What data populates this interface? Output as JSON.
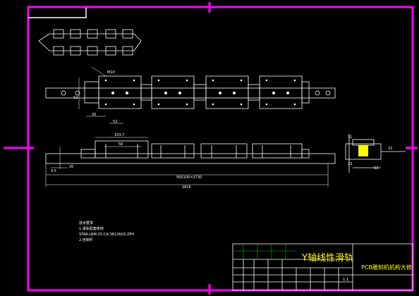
{
  "drawing": {
    "title_block": {
      "title": "Y轴线性滑轨",
      "subtitle": "PCB雕刻机机构大修",
      "scale": "1:1"
    },
    "dimensions": {
      "top_width": "52",
      "top_a": "30",
      "top_b": "52",
      "top_m": "M10",
      "front_left": "4.5",
      "front_gap": "20",
      "front_block": "103.7",
      "front_block_b": "56",
      "front_pitch": "56X100=2730",
      "front_total": "2816",
      "side_a": "31",
      "side_b": "23",
      "side_w": "63",
      "side_c": "22"
    },
    "notes": [
      "技术要求",
      "1.滑轨配套使用",
      "STAR-LBM-25-CA-3R1360Z-ZPH",
      "2.自制件"
    ]
  }
}
